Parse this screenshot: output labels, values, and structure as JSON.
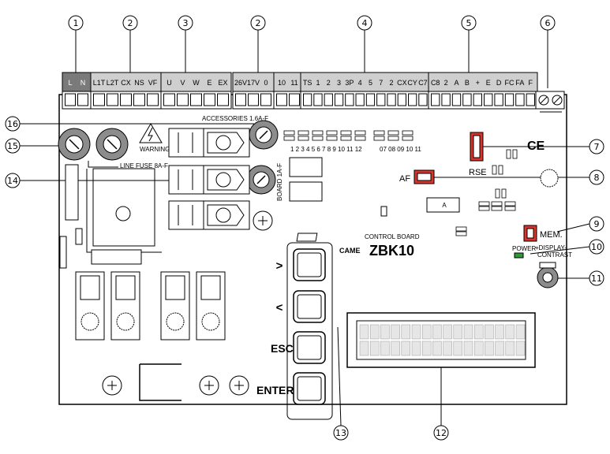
{
  "callouts": [
    "1",
    "2",
    "3",
    "2",
    "4",
    "5",
    "6",
    "7",
    "8",
    "9",
    "10",
    "11",
    "12",
    "13",
    "14",
    "15",
    "16"
  ],
  "terminal_groups": {
    "mains": [
      "L",
      "N"
    ],
    "motor_a": [
      "L1T",
      "L2T",
      "CX",
      "NS",
      "VF"
    ],
    "motor_b": [
      "U",
      "V",
      "W",
      "E",
      "EX"
    ],
    "power_out": [
      "26V",
      "17V",
      "0"
    ],
    "aux": [
      "10",
      "11"
    ],
    "control": [
      "TS",
      "1",
      "2",
      "3",
      "3P",
      "4",
      "5",
      "7",
      "2",
      "CX",
      "CY",
      "C7"
    ],
    "safety": [
      "C8",
      "2",
      "A",
      "B",
      "+",
      "E",
      "D",
      "FC",
      "FA",
      "F"
    ]
  },
  "labels": {
    "accessories_fuse": "ACCESSORIES 1.6A-F",
    "line_fuse": "LINE FUSE 8A-F",
    "board_fuse": "BOARD 1A-F",
    "warning": "WARNING!",
    "rse": "RSE",
    "af": "AF",
    "mem": "MEM.",
    "power": "POWER",
    "display_contrast_1": "+DISPLAY-",
    "display_contrast_2": "CONTRAST",
    "control_board": "CONTROL BOARD",
    "brand": "CAME",
    "model": "ZBK10",
    "chip_label": "A",
    "jumper_row_1": "1 2 3 4 5 6 7 8 9 10 11 12",
    "jumper_row_2": "07 08 09 10 11"
  },
  "buttons": {
    "right": ">",
    "left": "<",
    "esc": "ESC",
    "enter": "ENTER"
  },
  "colors": {
    "connector_red": "#d9332b",
    "led_green": "#2e9a3a",
    "pad_gray": "#cfcfcf",
    "fuse_gray": "#8c8c8c",
    "line": "#000000"
  }
}
